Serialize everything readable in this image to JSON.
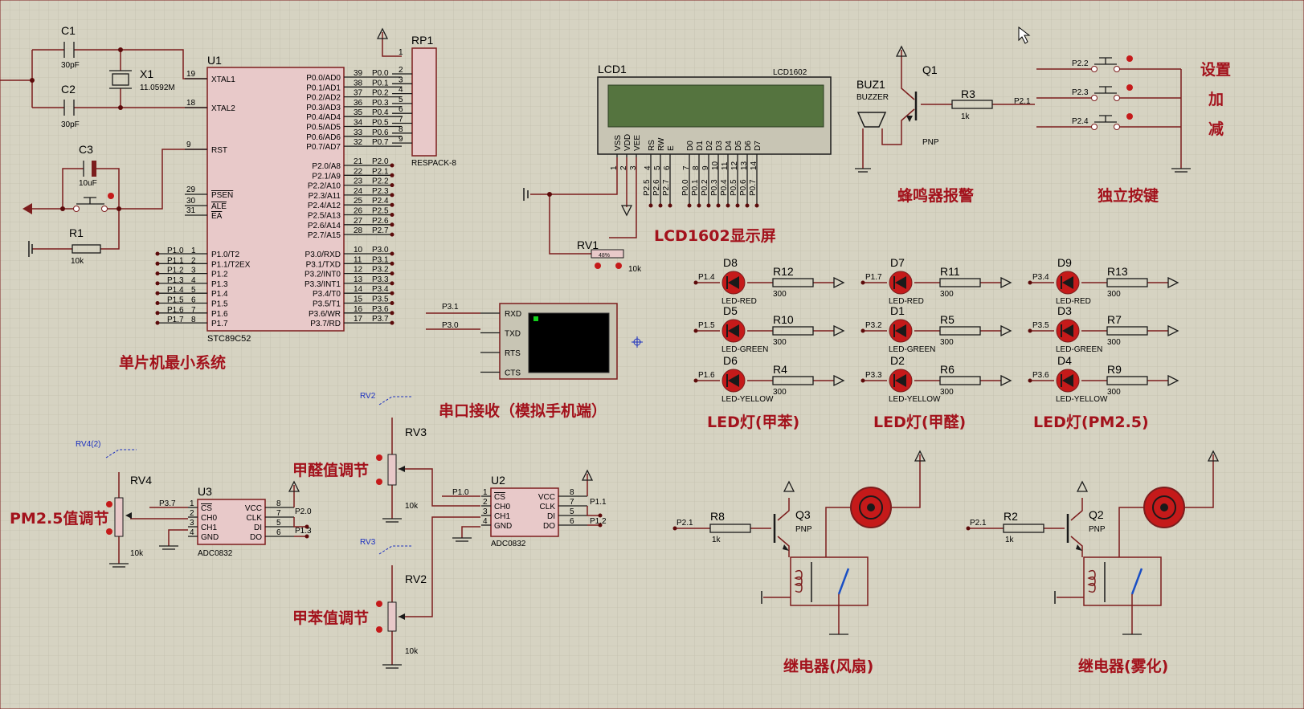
{
  "titles": {
    "mcu": "单片机最小系统",
    "lcd": "LCD1602显示屏",
    "buzzer": "蜂鸣器报警",
    "keys": "独立按键",
    "set": "设置",
    "add": "加",
    "sub": "减",
    "serial": "串口接收（模拟手机端）",
    "led_benzene": "LED灯(甲苯)",
    "led_formaldehyde": "LED灯(甲醛)",
    "led_pm": "LED灯(PM2.5)",
    "formaldehyde_adj": "甲醛值调节",
    "benzene_adj": "甲苯值调节",
    "pm_adj": "PM2.5值调节",
    "relay_fan": "继电器(风扇)",
    "relay_mist": "继电器(雾化)"
  },
  "mcu": {
    "ref": "U1",
    "part": "STC89C52",
    "left_pins": [
      {
        "num": "19",
        "name": "XTAL1"
      },
      {
        "num": "18",
        "name": "XTAL2"
      },
      {
        "num": "9",
        "name": "RST"
      },
      {
        "num": "29",
        "name": "PSEN"
      },
      {
        "num": "30",
        "name": "ALE"
      },
      {
        "num": "31",
        "name": "EA"
      }
    ],
    "p1_pins": [
      {
        "num": "1",
        "name": "P1.0/T2",
        "net": "P1.0"
      },
      {
        "num": "2",
        "name": "P1.1/T2EX",
        "net": "P1.1"
      },
      {
        "num": "3",
        "name": "P1.2",
        "net": "P1.2"
      },
      {
        "num": "4",
        "name": "P1.3",
        "net": "P1.3"
      },
      {
        "num": "5",
        "name": "P1.4",
        "net": "P1.4"
      },
      {
        "num": "6",
        "name": "P1.5",
        "net": "P1.5"
      },
      {
        "num": "7",
        "name": "P1.6",
        "net": "P1.6"
      },
      {
        "num": "8",
        "name": "P1.7",
        "net": "P1.7"
      }
    ],
    "p0_pins": [
      {
        "num": "39",
        "name": "P0.0/AD0",
        "net": "P0.0"
      },
      {
        "num": "38",
        "name": "P0.1/AD1",
        "net": "P0.1"
      },
      {
        "num": "37",
        "name": "P0.2/AD2",
        "net": "P0.2"
      },
      {
        "num": "36",
        "name": "P0.3/AD3",
        "net": "P0.3"
      },
      {
        "num": "35",
        "name": "P0.4/AD4",
        "net": "P0.4"
      },
      {
        "num": "34",
        "name": "P0.5/AD5",
        "net": "P0.5"
      },
      {
        "num": "33",
        "name": "P0.6/AD6",
        "net": "P0.6"
      },
      {
        "num": "32",
        "name": "P0.7/AD7",
        "net": "P0.7"
      }
    ],
    "p2_pins": [
      {
        "num": "21",
        "name": "P2.0/A8",
        "net": "P2.0"
      },
      {
        "num": "22",
        "name": "P2.1/A9",
        "net": "P2.1"
      },
      {
        "num": "23",
        "name": "P2.2/A10",
        "net": "P2.2"
      },
      {
        "num": "24",
        "name": "P2.3/A11",
        "net": "P2.3"
      },
      {
        "num": "25",
        "name": "P2.4/A12",
        "net": "P2.4"
      },
      {
        "num": "26",
        "name": "P2.5/A13",
        "net": "P2.5"
      },
      {
        "num": "27",
        "name": "P2.6/A14",
        "net": "P2.6"
      },
      {
        "num": "28",
        "name": "P2.7/A15",
        "net": "P2.7"
      }
    ],
    "p3_pins": [
      {
        "num": "10",
        "name": "P3.0/RXD",
        "net": "P3.0"
      },
      {
        "num": "11",
        "name": "P3.1/TXD",
        "net": "P3.1"
      },
      {
        "num": "12",
        "name": "P3.2/INT0",
        "net": "P3.2"
      },
      {
        "num": "13",
        "name": "P3.3/INT1",
        "net": "P3.3"
      },
      {
        "num": "14",
        "name": "P3.4/T0",
        "net": "P3.4"
      },
      {
        "num": "15",
        "name": "P3.5/T1",
        "net": "P3.5"
      },
      {
        "num": "16",
        "name": "P3.6/WR",
        "net": "P3.6"
      },
      {
        "num": "17",
        "name": "P3.7/RD",
        "net": "P3.7"
      }
    ]
  },
  "osc": {
    "c1": "C1",
    "c2": "C2",
    "c_val": "30pF",
    "x1": "X1",
    "x1_val": "11.0592M",
    "c3": "C3",
    "c3_val": "10uF",
    "r1": "R1",
    "r1_val": "10k"
  },
  "respack": {
    "ref": "RP1",
    "part": "RESPACK-8",
    "pins": [
      "1",
      "2",
      "3",
      "4",
      "5",
      "6",
      "7",
      "8",
      "9"
    ]
  },
  "lcd": {
    "ref": "LCD1",
    "part": "LCD1602",
    "pins": [
      "VSS",
      "VDD",
      "VEE",
      "RS",
      "RW",
      "E",
      "D0",
      "D1",
      "D2",
      "D3",
      "D4",
      "D5",
      "D6",
      "D7"
    ],
    "pin_nums": [
      "1",
      "2",
      "3",
      "4",
      "5",
      "6",
      "7",
      "8",
      "9",
      "10",
      "11",
      "12",
      "13",
      "14"
    ],
    "nets": [
      "P2.5",
      "P2.6",
      "P2.7",
      "P0.0",
      "P0.1",
      "P0.2",
      "P0.3",
      "P0.4",
      "P0.5",
      "P0.6",
      "P0.7"
    ],
    "rv1": "RV1",
    "rv1_val": "10k",
    "rv1_pct": "48%"
  },
  "buzzer": {
    "ref": "BUZ1",
    "part": "BUZZER",
    "q": "Q1",
    "q_type": "PNP",
    "r": "R3",
    "r_val": "1k",
    "net": "P2.1"
  },
  "keys": {
    "nets": [
      "P2.2",
      "P2.3",
      "P2.4"
    ]
  },
  "serial": {
    "pins": [
      "RXD",
      "TXD",
      "RTS",
      "CTS"
    ],
    "nets": [
      "P3.1",
      "P3.0"
    ]
  },
  "leds": [
    {
      "d": "D8",
      "r": "R12",
      "type": "LED-RED",
      "net": "P1.4",
      "val": "300"
    },
    {
      "d": "D5",
      "r": "R10",
      "type": "LED-GREEN",
      "net": "P1.5",
      "val": "300"
    },
    {
      "d": "D6",
      "r": "R4",
      "type": "LED-YELLOW",
      "net": "P1.6",
      "val": "300"
    },
    {
      "d": "D7",
      "r": "R11",
      "type": "LED-RED",
      "net": "P1.7",
      "val": "300"
    },
    {
      "d": "D1",
      "r": "R5",
      "type": "LED-GREEN",
      "net": "P3.2",
      "val": "300"
    },
    {
      "d": "D2",
      "r": "R6",
      "type": "LED-YELLOW",
      "net": "P3.3",
      "val": "300"
    },
    {
      "d": "D9",
      "r": "R13",
      "type": "LED-RED",
      "net": "P3.4",
      "val": "300"
    },
    {
      "d": "D3",
      "r": "R7",
      "type": "LED-GREEN",
      "net": "P3.5",
      "val": "300"
    },
    {
      "d": "D4",
      "r": "R9",
      "type": "LED-YELLOW",
      "net": "P3.6",
      "val": "300"
    }
  ],
  "adc_u3": {
    "ref": "U3",
    "part": "ADC0832",
    "left": [
      {
        "num": "1",
        "name": "CS"
      },
      {
        "num": "2",
        "name": "CH0"
      },
      {
        "num": "3",
        "name": "CH1"
      },
      {
        "num": "4",
        "name": "GND"
      }
    ],
    "right": [
      {
        "num": "8",
        "name": "VCC"
      },
      {
        "num": "7",
        "name": "CLK"
      },
      {
        "num": "5",
        "name": "DI"
      },
      {
        "num": "6",
        "name": "DO"
      }
    ],
    "nets": {
      "cs": "P3.7",
      "clk": "P2.0",
      "do": "P1.3"
    },
    "rv": "RV4",
    "rv_val": "10k",
    "rv_probe": "RV4(2)"
  },
  "adc_u2": {
    "ref": "U2",
    "part": "ADC0832",
    "left": [
      {
        "num": "1",
        "name": "CS"
      },
      {
        "num": "2",
        "name": "CH0"
      },
      {
        "num": "3",
        "name": "CH1"
      },
      {
        "num": "4",
        "name": "GND"
      }
    ],
    "right": [
      {
        "num": "8",
        "name": "VCC"
      },
      {
        "num": "7",
        "name": "CLK"
      },
      {
        "num": "5",
        "name": "DI"
      },
      {
        "num": "6",
        "name": "DO"
      }
    ],
    "nets": {
      "cs": "P1.0",
      "clk": "P1.1",
      "do": "P1.2"
    }
  },
  "pots": {
    "rv3": "RV3",
    "rv2": "RV2",
    "val": "10k",
    "probe_rv2": "RV2",
    "probe_rv3": "RV3"
  },
  "relays": [
    {
      "r": "R8",
      "r_val": "1k",
      "q": "Q3",
      "q_type": "PNP",
      "net": "P2.1"
    },
    {
      "r": "R2",
      "r_val": "1k",
      "q": "Q2",
      "q_type": "PNP",
      "net": "P2.1"
    }
  ]
}
